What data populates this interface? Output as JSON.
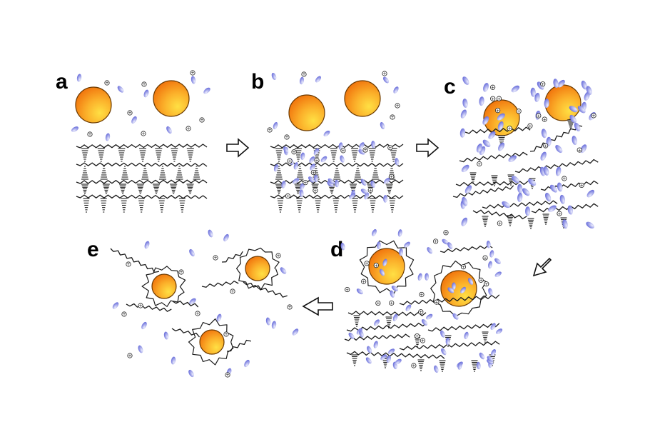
{
  "panels": [
    {
      "id": "a",
      "label": "a"
    },
    {
      "id": "b",
      "label": "b"
    },
    {
      "id": "c",
      "label": "c"
    },
    {
      "id": "d",
      "label": "d"
    },
    {
      "id": "e",
      "label": "e"
    }
  ],
  "charges": {
    "plus": "+"
  },
  "colors": {
    "particle_outer": "#f07a0a",
    "particle_inner": "#ffd43a",
    "ion": "#5a5fd8",
    "ion_light": "#c8caf6",
    "line": "#1a1a1a"
  }
}
